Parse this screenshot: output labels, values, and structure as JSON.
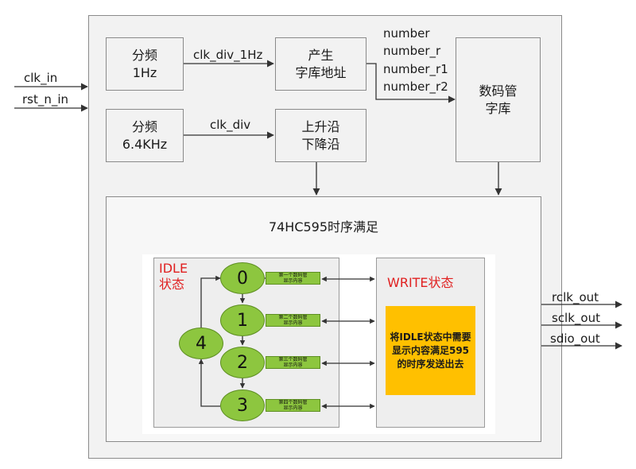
{
  "inputs": {
    "clk_in": "clk_in",
    "rst_n_in": "rst_n_in"
  },
  "outputs": {
    "rclk_out": "rclk_out",
    "sclk_out": "sclk_out",
    "sdio_out": "sdio_out"
  },
  "blocks": {
    "div1hz": {
      "line1": "分频",
      "line2": "1Hz"
    },
    "div64khz": {
      "line1": "分频",
      "line2": "6.4KHz"
    },
    "gen_addr": {
      "line1": "产生",
      "line2": "字库地址"
    },
    "edge": {
      "line1": "上升沿",
      "line2": "下降沿"
    },
    "font_lib": {
      "line1": "数码管",
      "line2": "字库"
    }
  },
  "signals": {
    "clk_div_1hz": "clk_div_1Hz",
    "clk_div": "clk_div",
    "numbers": [
      "number",
      "number_r",
      "number_r1",
      "number_r2"
    ]
  },
  "fsm": {
    "title": "74HC595时序满足",
    "idle_label_1": "IDLE",
    "idle_label_2": "状态",
    "write_label": "WRITE状态",
    "write_desc": "将IDLE状态中需要显示内容满足595的时序发送出去",
    "states": [
      "0",
      "1",
      "2",
      "3",
      "4"
    ],
    "state_boxes": [
      {
        "line1": "第一个数码管",
        "line2": "显示内容"
      },
      {
        "line1": "第二个数码管",
        "line2": "显示内容"
      },
      {
        "line1": "第三个数码管",
        "line2": "显示内容"
      },
      {
        "line1": "第四个数码管",
        "line2": "显示内容"
      }
    ]
  },
  "colors": {
    "state_green": "#8dc63f",
    "write_orange": "#ffc000",
    "label_red": "#e02020"
  }
}
